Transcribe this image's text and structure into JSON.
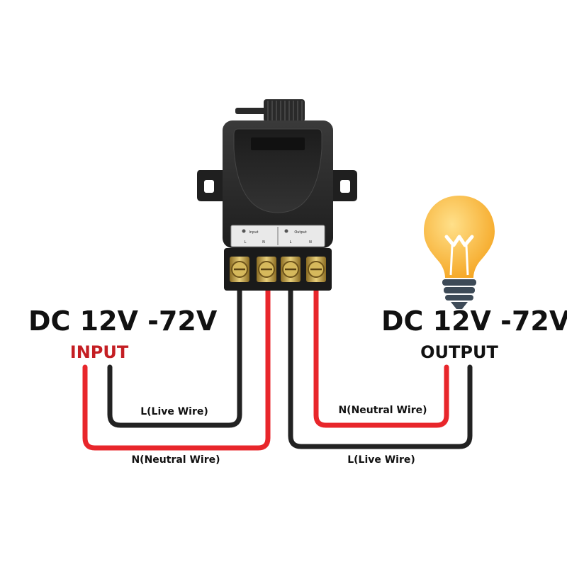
{
  "input_block": {
    "voltage": "DC 12V -72V",
    "label": "INPUT",
    "label_color": "#c41e23"
  },
  "output_block": {
    "voltage": "DC 12V -72V",
    "label": "OUTPUT",
    "label_color": "#111111"
  },
  "wires": {
    "input_live": "L(Live Wire)",
    "input_neutral": "N(Neutral Wire)",
    "output_neutral": "N(Neutral Wire)",
    "output_live": "L(Live Wire)"
  },
  "module": {
    "panel_input": "Input",
    "panel_output": "Output",
    "input_l": "L",
    "input_n": "N",
    "output_l": "L",
    "output_n": "N"
  },
  "colors": {
    "live_wire": "#222222",
    "neutral_wire": "#e8262b",
    "module_body": "#2b2b2b",
    "bulb": "#f7b733",
    "terminal": "#c9a64a"
  },
  "icons": [
    "relay-module",
    "light-bulb-icon"
  ]
}
